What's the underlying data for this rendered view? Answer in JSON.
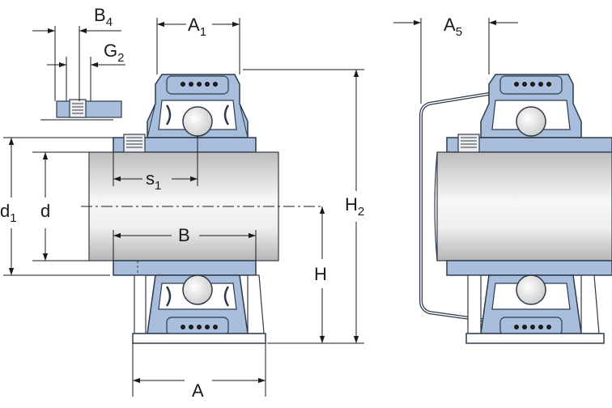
{
  "colors": {
    "housing_blue": "#a9bedd",
    "housing_stroke": "#2d3a4a",
    "shaft_light": "#f4f4f4",
    "shaft_dark": "#b9b9b9",
    "line": "#1a1a1a",
    "background": "#ffffff"
  },
  "dimensions": {
    "B4": {
      "main": "B",
      "sub": "4"
    },
    "G2": {
      "main": "G",
      "sub": "2"
    },
    "A1": {
      "main": "A",
      "sub": "1"
    },
    "A5": {
      "main": "A",
      "sub": "5"
    },
    "H2": {
      "main": "H",
      "sub": "2"
    },
    "d1": {
      "main": "d",
      "sub": "1"
    },
    "d": {
      "main": "d"
    },
    "s1": {
      "main": "s",
      "sub": "1"
    },
    "B": {
      "main": "B"
    },
    "H": {
      "main": "H"
    },
    "A": {
      "main": "A"
    }
  }
}
